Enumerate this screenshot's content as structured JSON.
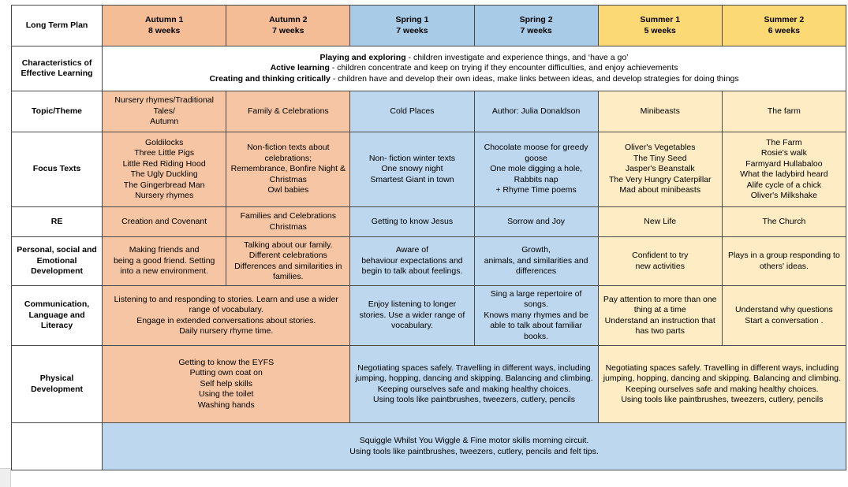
{
  "document": {
    "title": "Long Term Plan",
    "colors": {
      "autumn_header": "#F4BD96",
      "autumn_body": "#F6C6A4",
      "spring_header": "#A8CBE8",
      "spring_body": "#BDD7EE",
      "summer_header": "#FBD975",
      "summer_body": "#FDECC4",
      "border": "#4a4a4a"
    }
  },
  "header": {
    "corner_label": "Long Term Plan",
    "terms": [
      {
        "name": "Autumn 1",
        "weeks": "8 weeks"
      },
      {
        "name": "Autumn 2",
        "weeks": "7 weeks"
      },
      {
        "name": "Spring 1",
        "weeks": "7 weeks"
      },
      {
        "name": "Spring 2",
        "weeks": "7 weeks"
      },
      {
        "name": "Summer 1",
        "weeks": "5 weeks"
      },
      {
        "name": "Summer 2",
        "weeks": "6 weeks"
      }
    ]
  },
  "rows": {
    "coel": {
      "label": "Characteristics of Effective Learning",
      "lines": [
        {
          "bold": "Playing and exploring",
          "rest": " - children investigate and experience things, and ‘have a go’"
        },
        {
          "bold": "Active learning",
          "rest": " - children concentrate and keep on trying if they encounter difficulties, and enjoy achievements"
        },
        {
          "bold": "Creating and thinking critically",
          "rest": " - children have and develop their own ideas, make links between ideas, and develop strategies for doing things"
        }
      ]
    },
    "topic": {
      "label": "Topic/Theme",
      "cells": [
        "Nursery rhymes/Traditional Tales/\nAutumn",
        "Family & Celebrations",
        "Cold Places",
        "Author: Julia Donaldson",
        "Minibeasts",
        "The farm"
      ]
    },
    "focus_texts": {
      "label": "Focus Texts",
      "cells": [
        "Goldilocks\nThree Little Pigs\nLittle Red Riding Hood\nThe Ugly Duckling\nThe Gingerbread Man\nNursery rhymes",
        "Non-fiction texts about celebrations;\nRemembrance, Bonfire Night & Christmas\nOwl babies",
        "Non- fiction winter texts\nOne snowy night\nSmartest Giant in town",
        "Chocolate moose for greedy goose\nOne mole digging a hole,\nRabbits nap\n+ Rhyme Time poems",
        "Oliver's Vegetables\nThe Tiny Seed\nJasper's Beanstalk\nThe Very Hungry Caterpillar\nMad about minibeasts",
        "The Farm\nRosie's walk\nFarmyard Hullabaloo\nWhat the ladybird heard\nAlife cycle of a chick\nOliver's Milkshake"
      ]
    },
    "re": {
      "label": "RE",
      "cells": [
        "Creation and Covenant",
        "Families and Celebrations Christmas",
        "Getting to know Jesus",
        "Sorrow and Joy",
        "New Life",
        "The Church"
      ]
    },
    "psed": {
      "label": "Personal, social and Emotional Development",
      "cells": [
        "Making friends and\nbeing a good friend. Setting into a new environment.",
        "Talking about our family.\nDifferent celebrations\nDifferences and similarities in families.",
        "Aware of\nbehaviour expectations and begin to talk about feelings.",
        "Growth,\nanimals,  and similarities and differences",
        "Confident to try\nnew activities",
        "Plays in a group responding to others' ideas."
      ]
    },
    "cll": {
      "label": "Communication, Language and Literacy",
      "cells": [
        "Listening to and responding to stories. Learn and use a wider range of vocabulary.\nEngage in extended conversations about stories.\nDaily nursery rhyme time.",
        "Enjoy listening to longer stories. Use a wider range of vocabulary.",
        "Sing a large repertoire of songs.\nKnows many rhymes and be able to talk about familiar books.",
        "Pay attention to more than one thing at a time\nUnderstand an instruction that has two parts",
        "Understand why questions\nStart a conversation ."
      ]
    },
    "pd": {
      "label": "Physical Development",
      "cells": [
        "Getting to know the EYFS\nPutting own coat on\nSelf help skills\nUsing the toilet\nWashing hands",
        "Negotiating spaces safely. Travelling in different ways, including jumping, hopping, dancing and skipping. Balancing and climbing.\nKeeping ourselves safe and making healthy choices.\nUsing tools like paintbrushes, tweezers, cutlery, pencils",
        "Negotiating spaces safely. Travelling in different ways, including jumping, hopping, dancing and skipping. Balancing and climbing.\nKeeping ourselves safe and making healthy choices.\nUsing tools like paintbrushes, tweezers, cutlery, pencils"
      ]
    },
    "bottom": {
      "label": "",
      "line1": "Squiggle Whilst You Wiggle & Fine motor skills morning circuit.",
      "line2": "Using tools like paintbrushes, tweezers, cutlery, pencils and felt tips."
    }
  }
}
